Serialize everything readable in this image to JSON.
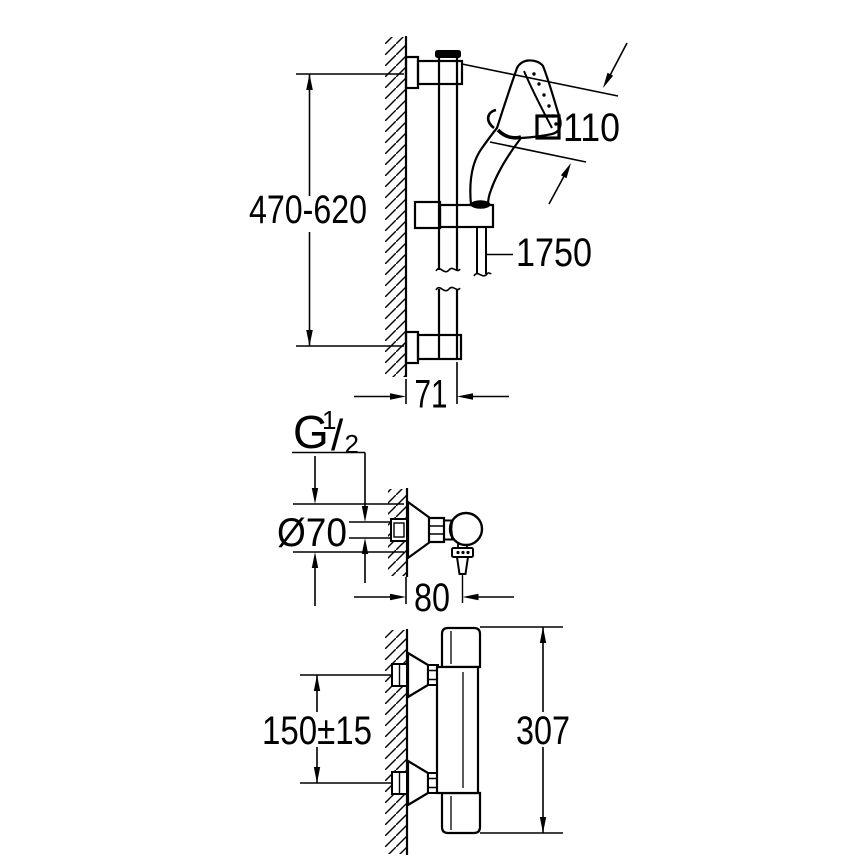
{
  "drawing": {
    "labels": {
      "rail_travel": "470-620",
      "head_width": "110",
      "hose_length": "1750",
      "rail_offset": "71",
      "thread_letter": "G",
      "thread_numerator": "1",
      "thread_slash": "/",
      "thread_denominator": "2",
      "escutcheon_diameter": "Ø70",
      "outlet_offset": "80",
      "inlet_spacing": "150±15",
      "body_height": "307"
    },
    "colors": {
      "line": "#000000",
      "background": "#ffffff"
    }
  }
}
